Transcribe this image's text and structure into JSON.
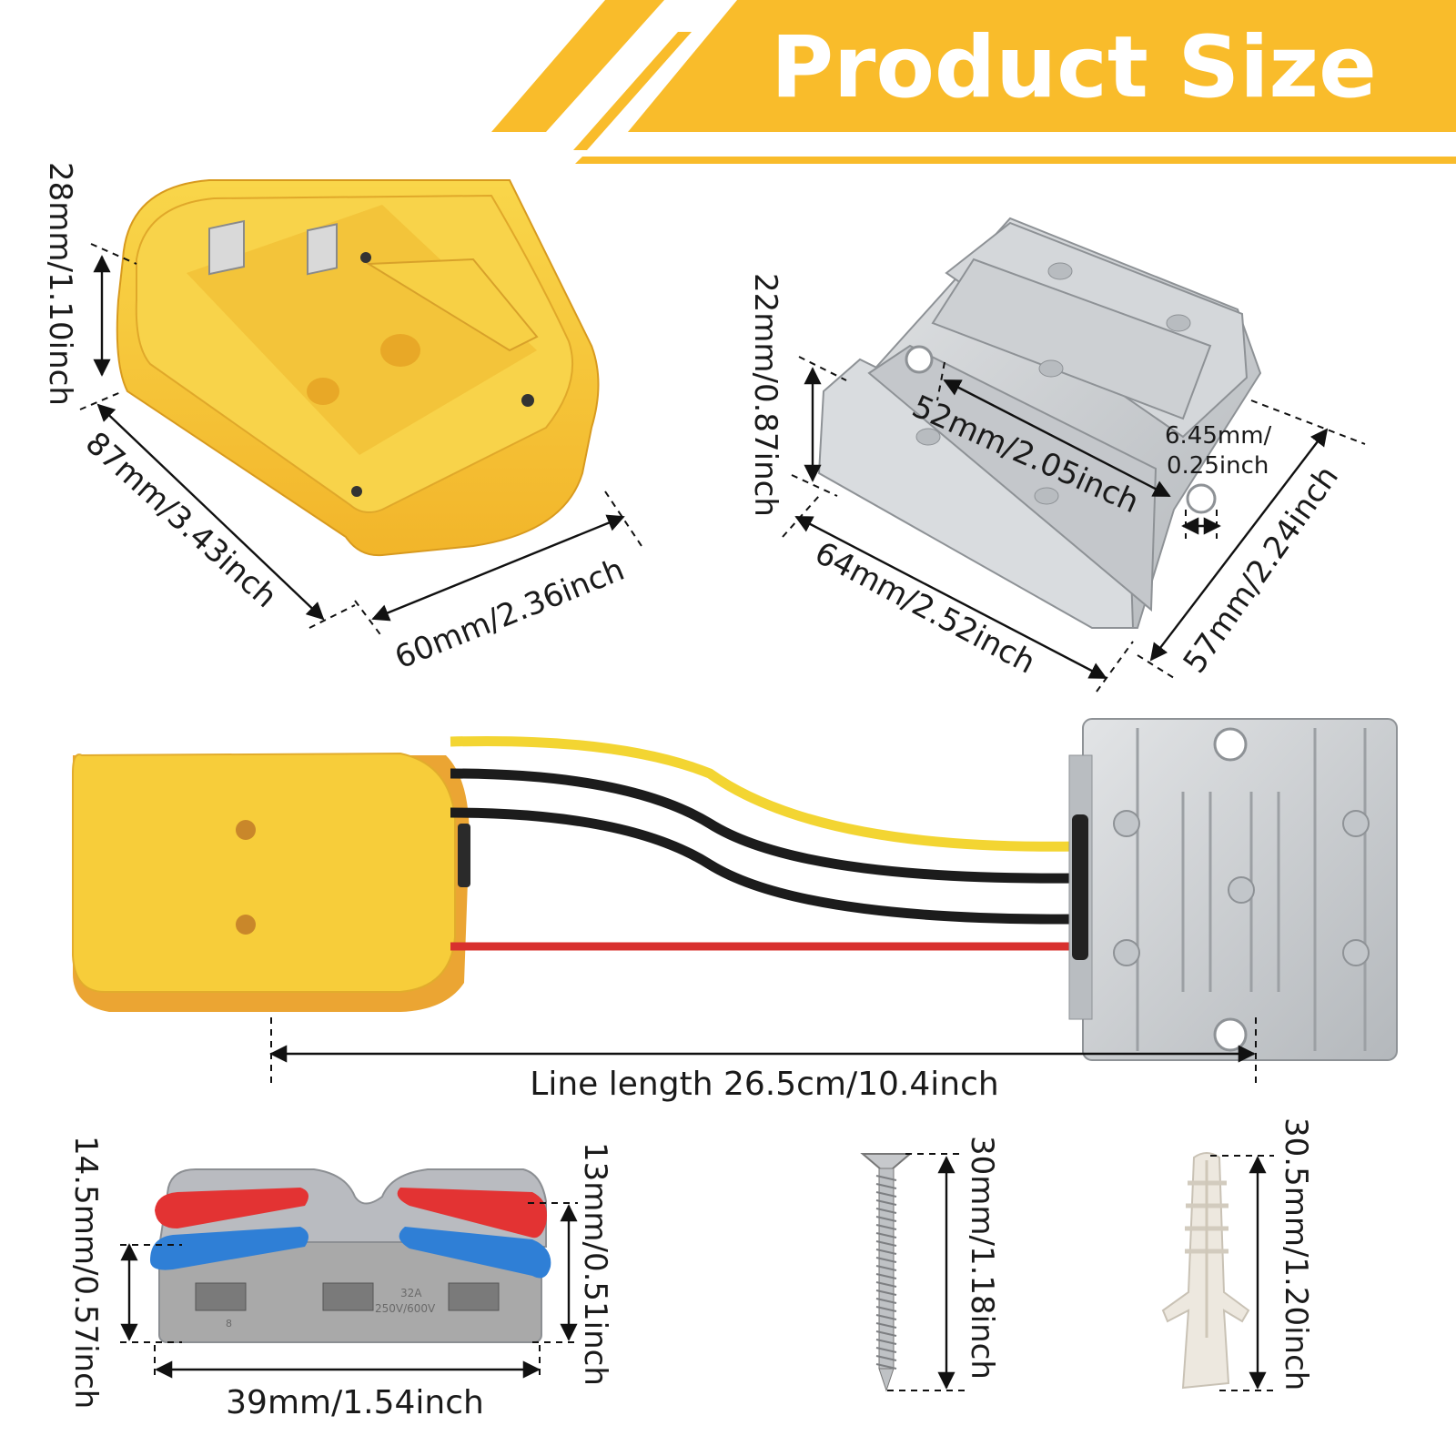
{
  "header": {
    "title": "Product Size",
    "color": "#F9BC2B"
  },
  "colors": {
    "adapter_yellow": "#F7CD3A",
    "adapter_shadow": "#E9A520",
    "heatsink": "#C9CCCF",
    "wire_yellow": "#F3D532",
    "wire_black": "#1C1C1C",
    "wire_red": "#D8302E",
    "connector_gray": "#A9A9A9",
    "lever_red": "#E33333",
    "lever_blue": "#2F7FD6"
  },
  "battery_adapter": {
    "height_label": "28mm/1.10inch",
    "length_label": "87mm/3.43inch",
    "width_label": "60mm/2.36inch"
  },
  "converter": {
    "height_label": "22mm/0.87inch",
    "hole_spacing_label": "52mm/2.05inch",
    "hole_label_line1": "6.45mm/",
    "hole_label_line2": "0.25inch",
    "length_label": "64mm/2.52inch",
    "width_label": "57mm/2.24inch"
  },
  "assembly": {
    "line_length_label": "Line length 26.5cm/10.4inch"
  },
  "wire_connector": {
    "height_outer_label": "14.5mm/0.57inch",
    "height_inner_label": "13mm/0.51inch",
    "width_label": "39mm/1.54inch",
    "marking_rating": "32A",
    "marking_voltage": "250V/600V",
    "marking_gauge": "8"
  },
  "screw": {
    "length_label": "30mm/1.18inch"
  },
  "anchor": {
    "length_label": "30.5mm/1.20inch"
  }
}
